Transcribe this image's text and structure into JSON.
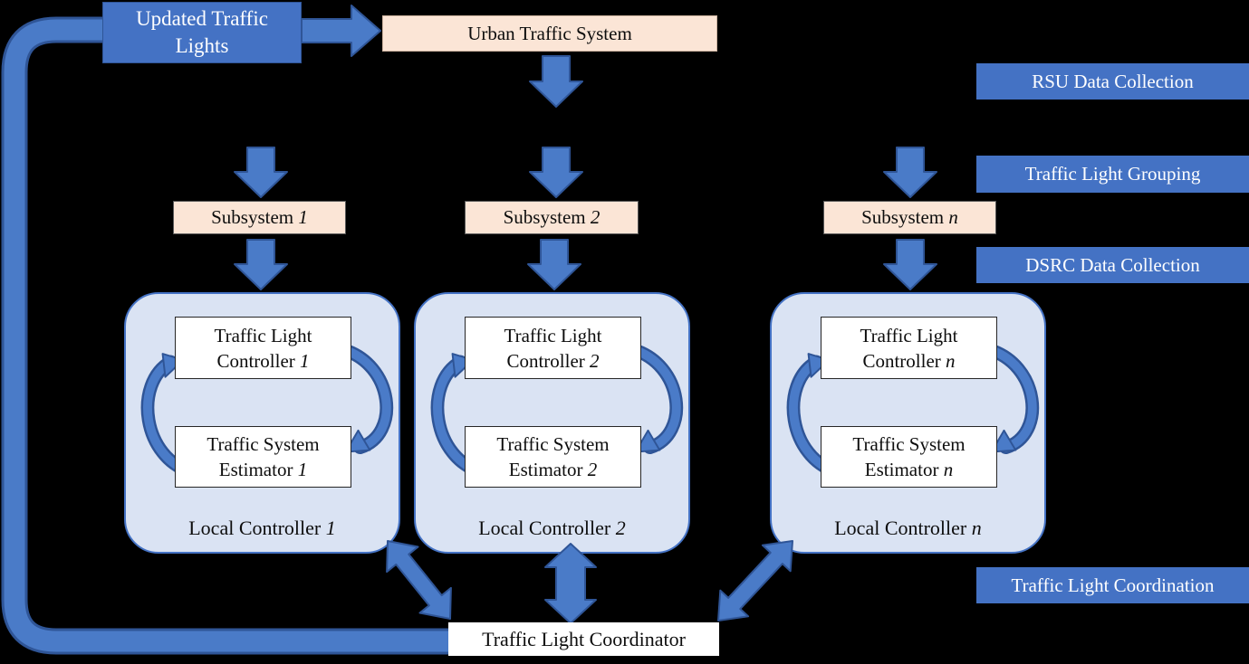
{
  "diagram": {
    "updated_traffic_lights": {
      "line1": "Updated Traffic",
      "line2": "Lights"
    },
    "urban_traffic_system": {
      "label": "Urban Traffic System"
    },
    "side_labels": {
      "rsu": "RSU Data Collection",
      "grouping": "Traffic Light Grouping",
      "dsrc": "DSRC Data Collection",
      "coordination": "Traffic Light Coordination"
    },
    "subsystems": [
      {
        "name": "Subsystem",
        "num": "1"
      },
      {
        "name": "Subsystem",
        "num": "2"
      },
      {
        "name": "Subsystem",
        "num": "n"
      }
    ],
    "controllers": [
      {
        "num": "1",
        "tlc_line1": "Traffic Light",
        "tlc_line2": "Controller",
        "tse_line1": "Traffic System",
        "tse_line2": "Estimator",
        "label": "Local Controller"
      },
      {
        "num": "2",
        "tlc_line1": "Traffic Light",
        "tlc_line2": "Controller",
        "tse_line1": "Traffic System",
        "tse_line2": "Estimator",
        "label": "Local Controller"
      },
      {
        "num": "n",
        "tlc_line1": "Traffic Light",
        "tlc_line2": "Controller",
        "tse_line1": "Traffic System",
        "tse_line2": "Estimator",
        "label": "Local Controller"
      }
    ],
    "coordinator": {
      "label": "Traffic Light Coordinator"
    }
  },
  "colors": {
    "background": "#000000",
    "accent_blue": "#4472c4",
    "arrow_blue": "#4a7bc8",
    "dark_blue": "#2f5597",
    "local_controller_fill": "#dae3f3",
    "peach": "#fbe5d6",
    "white": "#ffffff",
    "text_black": "#0d0d0d"
  }
}
